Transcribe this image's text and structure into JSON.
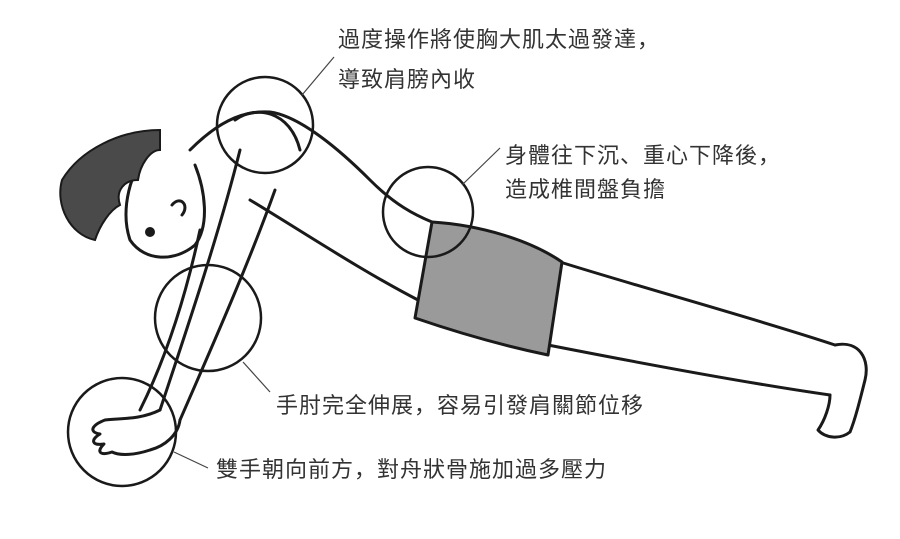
{
  "annotations": [
    {
      "lines": [
        "過度操作將使胸大肌太過發達，",
        "導致肩膀內收"
      ]
    },
    {
      "lines": [
        "身體往下沉、重心下降後，",
        "造成椎間盤負擔"
      ]
    },
    {
      "lines": [
        "手肘完全伸展，容易引發肩關節位移"
      ]
    },
    {
      "lines": [
        "雙手朝向前方，對舟狀骨施加過多壓力"
      ]
    }
  ],
  "colors": {
    "line": "#1a1a1a",
    "hair": "#4a4a4a",
    "shorts": "#9a9a9a",
    "text": "#333333"
  }
}
